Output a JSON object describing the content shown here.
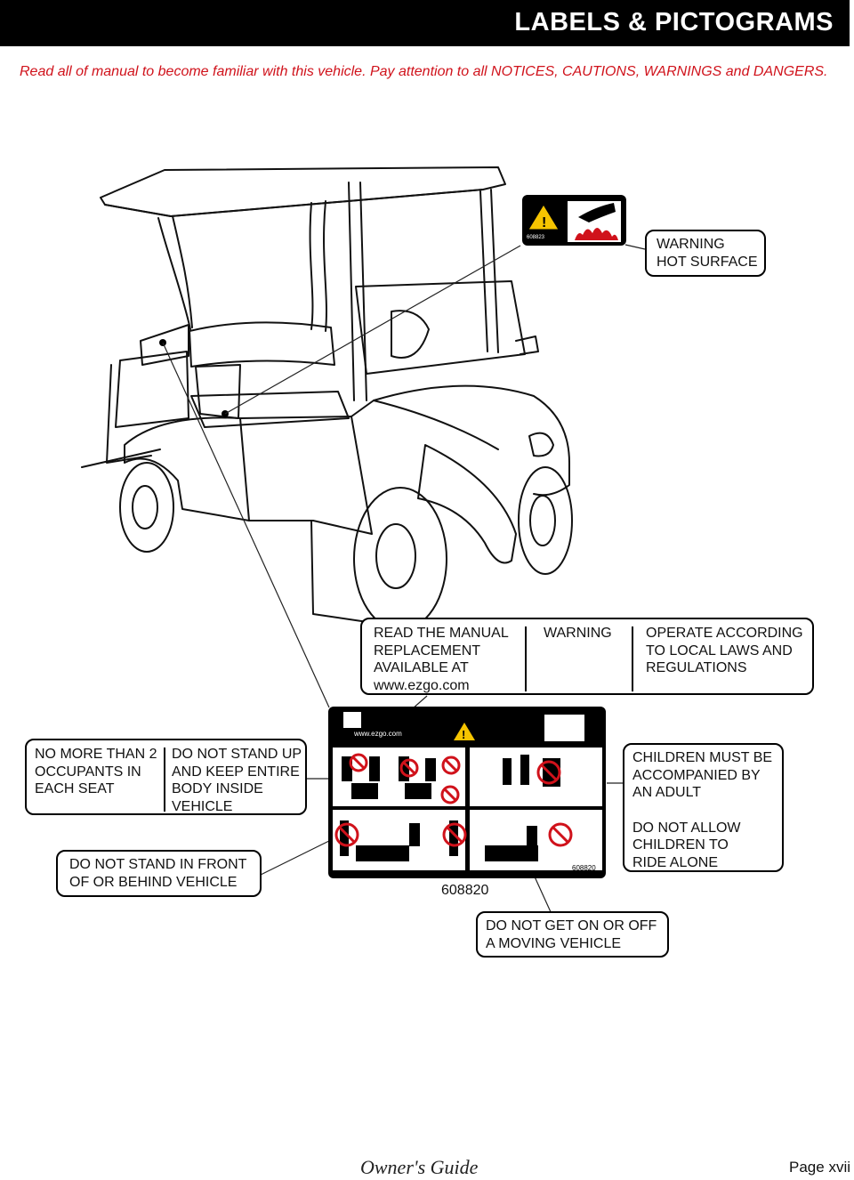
{
  "header": {
    "title": "LABELS & PICTOGRAMS"
  },
  "intro": "Read all of manual to become familiar with this vehicle. Pay attention to all NOTICES, CAUTIONS, WARNINGS and DANGERS.",
  "labels": {
    "hot_surface": "WARNING\nHOT SURFACE",
    "hot_decal_number": "608823",
    "read_manual": "READ THE MANUAL\nREPLACEMENT\nAVAILABLE AT\nwww.ezgo.com",
    "warning": "WARNING",
    "operate": "OPERATE ACCORDING\nTO LOCAL LAWS AND\nREGULATIONS",
    "occupants": "NO MORE THAN 2\nOCCUPANTS IN\nEACH SEAT",
    "stand_up": "DO NOT STAND UP\nAND KEEP ENTIRE\nBODY INSIDE\nVEHICLE",
    "stand_front": "DO NOT STAND IN FRONT\nOF OR BEHIND VEHICLE",
    "children": "CHILDREN MUST BE\nACCOMPANIED BY\nAN ADULT",
    "children_alone": "DO NOT ALLOW\nCHILDREN TO\nRIDE ALONE",
    "moving": "DO NOT GET ON OR OFF\nA MOVING VEHICLE",
    "decal_website": "www.ezgo.com",
    "decal_number_small": "608820",
    "decal_number": "608820"
  },
  "footer": {
    "guide": "Owner's Guide",
    "page": "Page xvii"
  },
  "colors": {
    "warning_red": "#d0121b",
    "decal_yellow": "#f6c400",
    "decal_black": "#000000"
  },
  "icons": [
    "warning-triangle-icon",
    "hot-surface-hand-icon",
    "manual-book-icon",
    "prohibition-icon"
  ]
}
